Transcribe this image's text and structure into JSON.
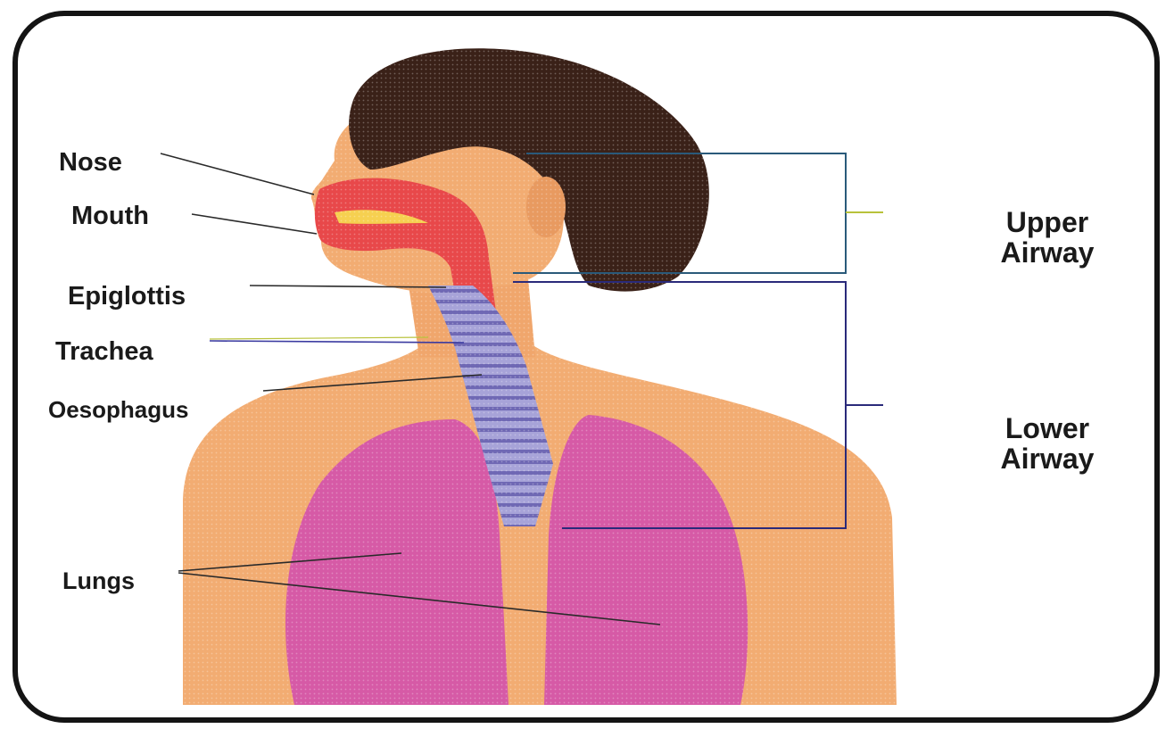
{
  "labels": {
    "nose": "Nose",
    "mouth": "Mouth",
    "epiglottis": "Epiglottis",
    "trachea": "Trachea",
    "oesophagus": "Oesophagus",
    "lungs": "Lungs"
  },
  "regions": {
    "upper": {
      "line1": "Upper",
      "line2": "Airway"
    },
    "lower": {
      "line1": "Lower",
      "line2": "Airway"
    }
  },
  "colors": {
    "skin": "#f2ac72",
    "hair": "#3a2118",
    "lungs": "#d65aa6",
    "trachea": "#a7a3d8",
    "airway": "#e8484a",
    "frame": "#141414",
    "upper_bracket": "#b8c23a",
    "lower_bracket": "#2a2a7a"
  }
}
